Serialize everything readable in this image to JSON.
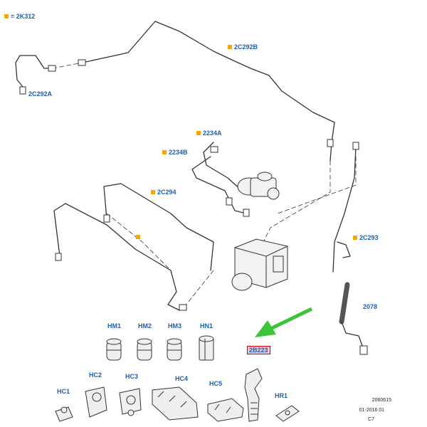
{
  "legend": {
    "marker_color": "#f5a800",
    "text": "= 2K312"
  },
  "labels": {
    "l_2C292B": "2C292B",
    "l_2C292A": "2C292A",
    "l_2234A": "2234A",
    "l_2234B": "2234B",
    "l_2C294": "2C294",
    "l_2C293": "2C293",
    "l_2078": "2078",
    "l_HM1": "HM1",
    "l_HM2": "HM2",
    "l_HM3": "HM3",
    "l_HN1": "HN1",
    "l_HC1": "HC1",
    "l_HC2": "HC2",
    "l_HC3": "HC3",
    "l_HC4": "HC4",
    "l_HC5": "HC5",
    "l_HR1": "HR1"
  },
  "highlighted_part": "2B223",
  "pointer": {
    "color": "#3cc43c"
  },
  "footer": {
    "line1": "2060615",
    "line2": "01-2016 01",
    "line3": "C7"
  },
  "colors": {
    "label": "#1a5fb4",
    "line": "#333333",
    "highlight_border": "#d60000",
    "highlight_fill": "#f3c6cf"
  }
}
